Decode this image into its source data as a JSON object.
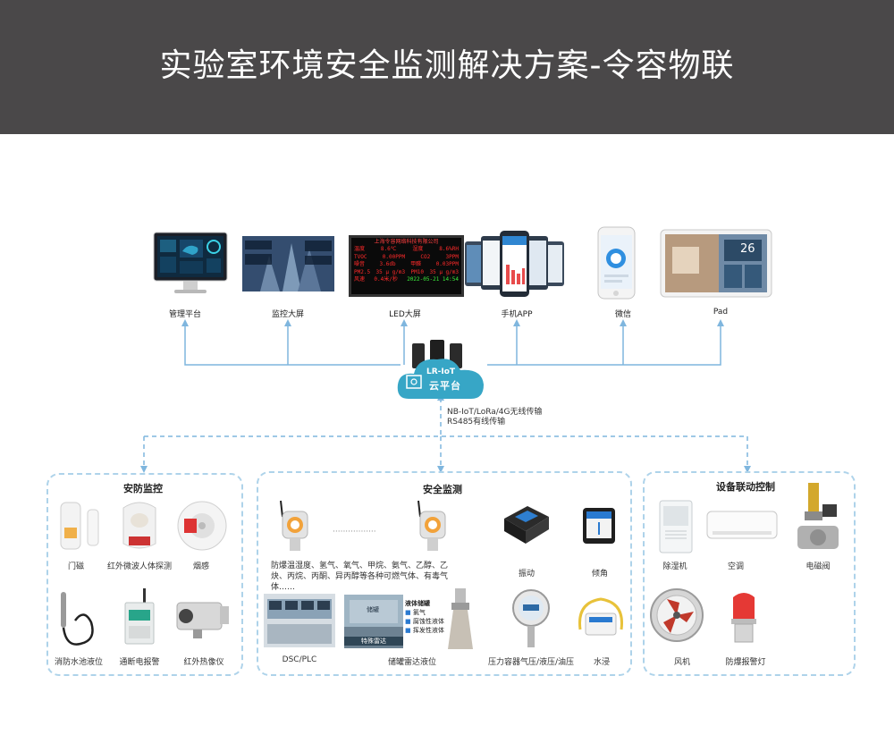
{
  "header": {
    "title": "实验室环境安全监测解决方案-令容物联"
  },
  "terminals": [
    {
      "label": "管理平台"
    },
    {
      "label": "监控大屏"
    },
    {
      "label": "LED大屏"
    },
    {
      "label": "手机APP"
    },
    {
      "label": "微信"
    },
    {
      "label": "Pad"
    }
  ],
  "led_screen": {
    "company": "上海令容网络科技有限公司",
    "rows": [
      [
        "温度",
        "8.6℃",
        "湿度",
        "8.6%RH"
      ],
      [
        "TVOC",
        "0.00PPM",
        "CO2",
        "3PPM"
      ],
      [
        "噪音",
        "3.6db",
        "甲醛",
        "0.03PPM"
      ],
      [
        "PM2.5",
        "35 μ g/m3",
        "PM10",
        "35 μ g/m3"
      ]
    ],
    "footer_left": "风速",
    "footer_mid": "0.4米/秒",
    "footer_date": "2022-05-21 14:54"
  },
  "pad_screen": {
    "number": "26"
  },
  "cloud": {
    "line1": "LR-IoT",
    "line2": "云平台"
  },
  "network": {
    "line1": "NB-IoT/LoRa/4G无线传输",
    "line2": "RS485有线传输"
  },
  "panels": {
    "security": {
      "title": "安防监控",
      "items": [
        {
          "label": "门磁"
        },
        {
          "label": "红外微波人体探测"
        },
        {
          "label": "烟感"
        },
        {
          "label": "消防水池液位"
        },
        {
          "label": "通断电报警"
        },
        {
          "label": "红外热像仪"
        }
      ]
    },
    "safety": {
      "title": "安全监测",
      "gas_description": "防爆温湿度、氢气、氧气、甲烷、氨气、乙醇、乙炔、丙烷、丙酮、异丙醇等各种可燃气体、有毒气体……",
      "dots": "·················",
      "items": [
        {
          "label": "振动"
        },
        {
          "label": "倾角"
        },
        {
          "label": "DSC/PLC"
        },
        {
          "label": "储罐雷达液位"
        },
        {
          "label": "压力容器气压/液压/油压"
        },
        {
          "label": "水浸"
        }
      ],
      "tank_card": {
        "title": "液体储罐",
        "items": [
          "氯气",
          "腐蚀性液体",
          "挥发性液体"
        ],
        "photo_top": "储罐",
        "photo_bottom": "特殊雷达"
      }
    },
    "linkage": {
      "title": "设备联动控制",
      "items": [
        {
          "label": "除湿机"
        },
        {
          "label": "空调"
        },
        {
          "label": "电磁阀"
        },
        {
          "label": "风机"
        },
        {
          "label": "防爆报警灯"
        }
      ]
    }
  },
  "colors": {
    "header_bg": "#4a4849",
    "line_blue": "#7fb6de",
    "cloud": "#37a6c6",
    "panel_border": "#aed3ea"
  }
}
